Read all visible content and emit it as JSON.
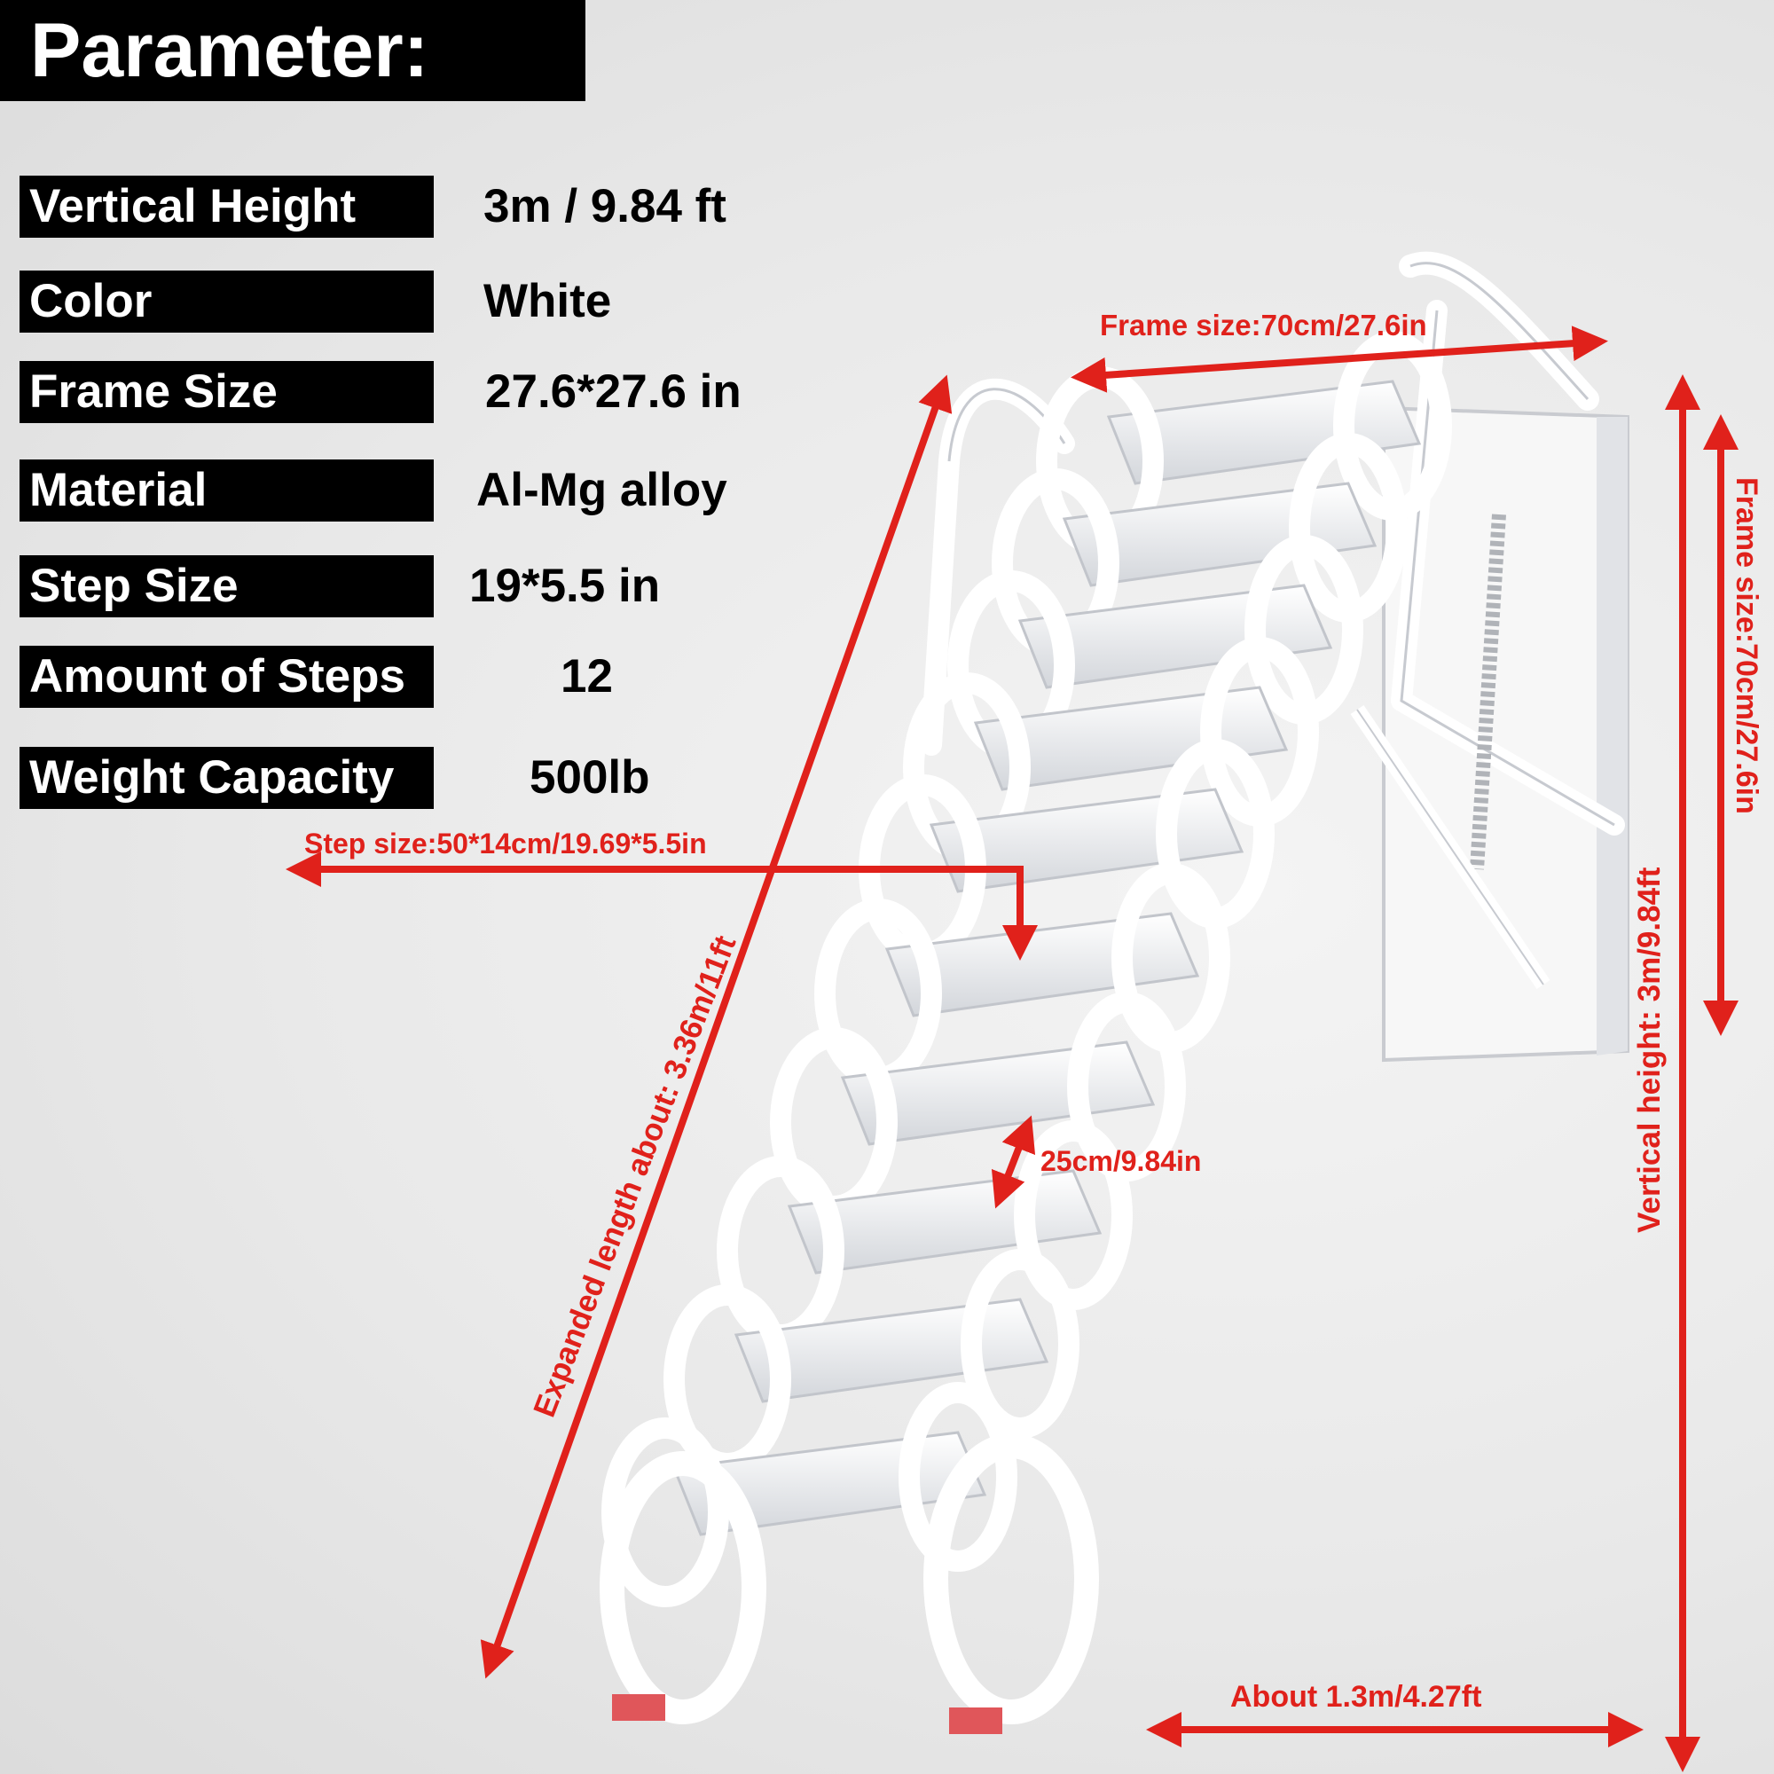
{
  "title": "Parameter:",
  "specs": [
    {
      "label": "Vertical Height",
      "value": "3m / 9.84 ft"
    },
    {
      "label": "Color",
      "value": "White"
    },
    {
      "label": "Frame Size",
      "value": "27.6*27.6 in"
    },
    {
      "label": "Material",
      "value": "Al-Mg alloy"
    },
    {
      "label": "Step Size",
      "value": "19*5.5 in"
    },
    {
      "label": "Amount of Steps",
      "value": "12"
    },
    {
      "label": "Weight Capacity",
      "value": "500lb"
    }
  ],
  "annotations": {
    "frame_size_top": "Frame size:70cm/27.6in",
    "frame_size_side": "Frame size:70cm/27.6in",
    "vertical_height": "Vertical height: 3m/9.84ft",
    "step_size": "Step size:50*14cm/19.69*5.5in",
    "expanded_length": "Expanded length about: 3.36m/11ft",
    "step_spacing": "25cm/9.84in",
    "depth": "About 1.3m/4.27ft"
  },
  "colors": {
    "annotation": "#e0211b",
    "label_bg": "#000000",
    "ladder": "#ffffff"
  }
}
